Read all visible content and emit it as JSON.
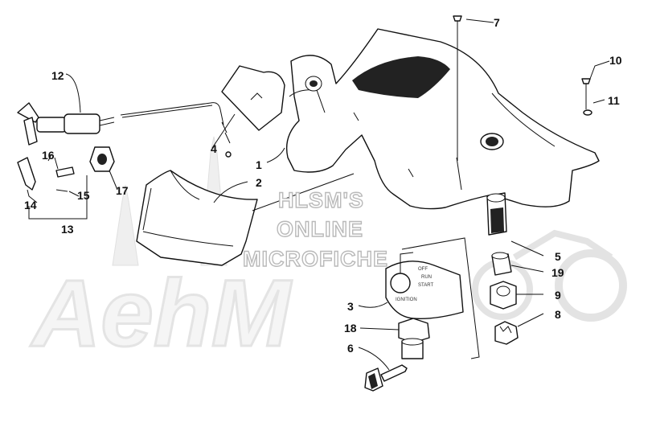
{
  "watermark": {
    "lines": [
      "HLSM'S",
      "ONLINE",
      "MICROFICHE"
    ],
    "brand": "AehM"
  },
  "callouts": [
    {
      "id": "1",
      "label": "1"
    },
    {
      "id": "2",
      "label": "2"
    },
    {
      "id": "3",
      "label": "3"
    },
    {
      "id": "4",
      "label": "4"
    },
    {
      "id": "5",
      "label": "5"
    },
    {
      "id": "6",
      "label": "6"
    },
    {
      "id": "7",
      "label": "7"
    },
    {
      "id": "8",
      "label": "8"
    },
    {
      "id": "9",
      "label": "9"
    },
    {
      "id": "10",
      "label": "10"
    },
    {
      "id": "11",
      "label": "11"
    },
    {
      "id": "12",
      "label": "12"
    },
    {
      "id": "13",
      "label": "13"
    },
    {
      "id": "14",
      "label": "14"
    },
    {
      "id": "15",
      "label": "15"
    },
    {
      "id": "16",
      "label": "16"
    },
    {
      "id": "17",
      "label": "17"
    },
    {
      "id": "18",
      "label": "18"
    },
    {
      "id": "19",
      "label": "19"
    }
  ],
  "decal_text": {
    "off": "OFF",
    "run": "RUN",
    "start": "START",
    "ignition": "IGNITION"
  },
  "colors": {
    "line": "#111111",
    "watermark_outline": "#b9b9b9"
  }
}
